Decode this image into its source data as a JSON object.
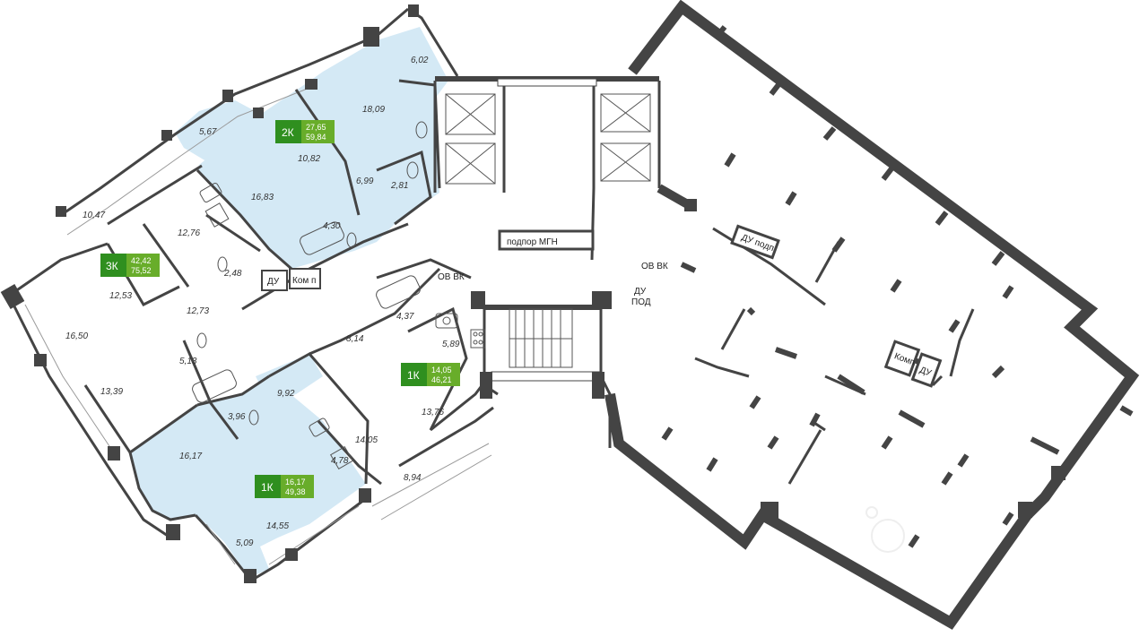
{
  "colors": {
    "highlight_fill": "#d4e9f5",
    "wall": "#444444",
    "badge_dark": "#2f8f1f",
    "badge_light": "#68ad2a",
    "text": "#333333"
  },
  "apartments": [
    {
      "type": "2К",
      "living": "27,65",
      "total": "59,84"
    },
    {
      "type": "3К",
      "living": "42,42",
      "total": "75,52"
    },
    {
      "type": "1К",
      "living": "14,05",
      "total": "46,21"
    },
    {
      "type": "1К",
      "living": "16,17",
      "total": "49,38"
    }
  ],
  "room_areas": [
    "6,02",
    "18,09",
    "5,67",
    "10,82",
    "16,83",
    "6,99",
    "2,81",
    "4,30",
    "10,47",
    "12,76",
    "2,48",
    "12,53",
    "12,73",
    "16,50",
    "13,39",
    "5,13",
    "8,14",
    "4,37",
    "5,89",
    "13,76",
    "3,96",
    "9,92",
    "14,05",
    "16,17",
    "4,78",
    "8,94",
    "14,55",
    "5,09"
  ],
  "tech_labels": {
    "podpor": "подпор МГН",
    "ov_vk_left": "ОВ ВК",
    "ov_vk_right": "ОВ ВК",
    "du_pod_line1": "ДУ",
    "du_pod_line2": "ПОД",
    "du_podp": "ДУ подп",
    "komp": "Комп",
    "du_right": "ДУ",
    "du_left": "ДУ",
    "kom_p": "Ком п"
  },
  "icons": [
    "elevator-icon",
    "elevator-icon",
    "elevator-icon",
    "elevator-icon",
    "stairs-icon",
    "bathtub-icon",
    "sink-icon",
    "stove-icon",
    "toilet-icon"
  ]
}
